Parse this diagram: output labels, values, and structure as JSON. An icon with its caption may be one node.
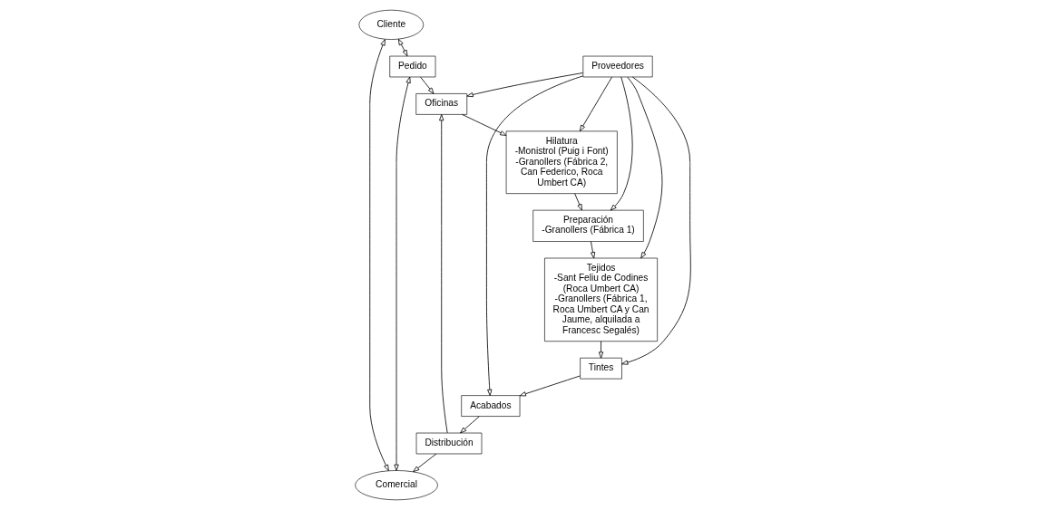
{
  "diagram": {
    "nodes": [
      {
        "text": [
          "Cliente"
        ]
      },
      {
        "text": [
          "Pedido"
        ]
      },
      {
        "text": [
          "Comercial"
        ]
      },
      {
        "text": [
          "Oficinas"
        ]
      },
      {
        "text": [
          "Hilatura",
          "-Monistrol (Puig i Font)",
          "-Granollers (Fábrica 2, Can Federico, Roca Umbert CA)"
        ]
      },
      {
        "text": [
          "Tejidos",
          "-Sant Feliu de Codines (Roca Umbert CA)",
          "-Granollers (Fábrica 1, Roca Umbert CA y Can Jaume, alquilada a Francesc Segalés)"
        ]
      },
      {
        "text": [
          "Preparación",
          "-Granollers (Fábrica 1)"
        ]
      },
      {
        "text": [
          "Proveedores"
        ]
      },
      {
        "text": [
          "Distribución"
        ]
      },
      {
        "text": [
          "Tintes"
        ]
      },
      {
        "text": [
          "Acabados"
        ]
      }
    ],
    "edges": [
      {
        "from": 0,
        "to": 2,
        "arrow": "both"
      },
      {
        "from": 0,
        "to": 1,
        "arrow": "both"
      },
      {
        "from": 2,
        "to": 1,
        "arrow": "both"
      },
      {
        "from": 1,
        "to": 3,
        "arrow": "to"
      },
      {
        "from": 3,
        "to": 4,
        "arrow": "to"
      },
      {
        "from": 4,
        "to": 6,
        "arrow": "to"
      },
      {
        "from": 6,
        "to": 5,
        "arrow": "to"
      },
      {
        "from": 7,
        "to": 3,
        "arrow": "to"
      },
      {
        "from": 7,
        "to": 4,
        "arrow": "to"
      },
      {
        "from": 7,
        "to": 6,
        "arrow": "to"
      },
      {
        "from": 7,
        "to": 5,
        "arrow": "to"
      },
      {
        "from": 7,
        "to": 9,
        "arrow": "to"
      },
      {
        "from": 7,
        "to": 10,
        "arrow": "to"
      },
      {
        "from": 5,
        "to": 9,
        "arrow": "to"
      },
      {
        "from": 9,
        "to": 10,
        "arrow": "to"
      },
      {
        "from": 10,
        "to": 8,
        "arrow": "to"
      },
      {
        "from": 8,
        "to": 2,
        "arrow": "to"
      },
      {
        "from": 8,
        "to": 3,
        "arrow": "to"
      }
    ]
  }
}
